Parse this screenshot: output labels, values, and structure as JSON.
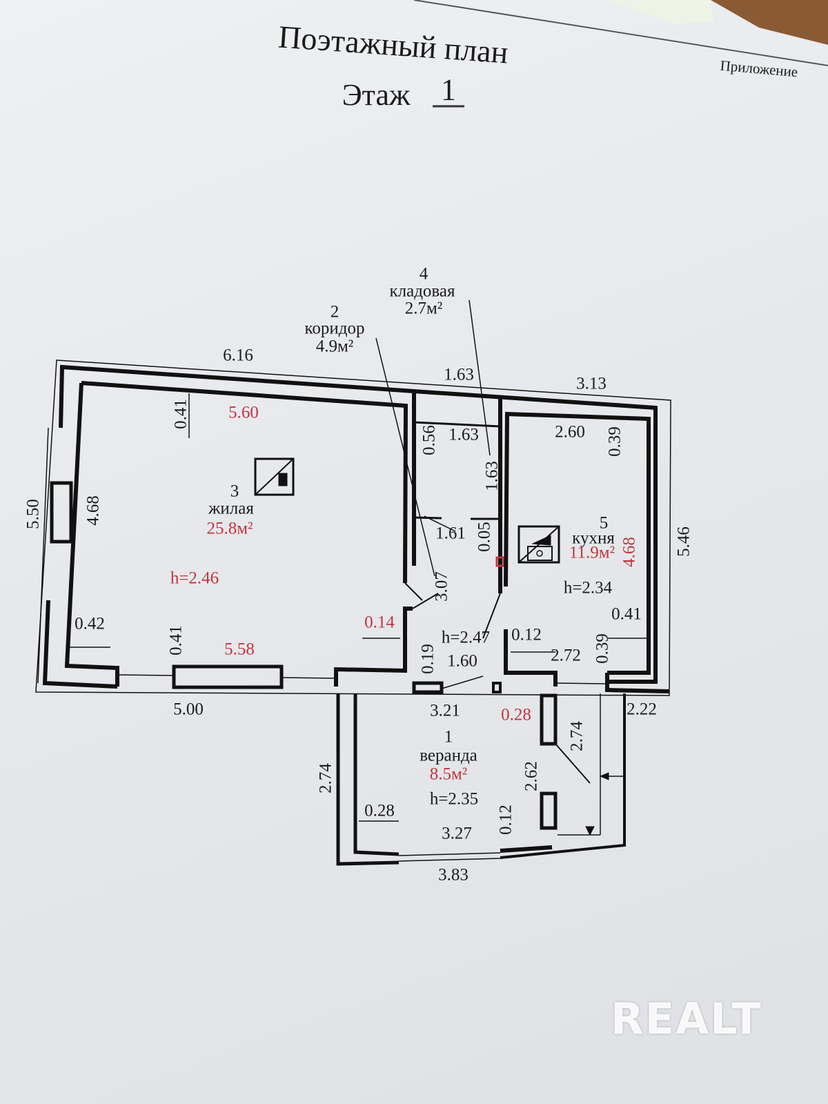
{
  "header": {
    "title": "Поэтажный план",
    "floor_label": "Этаж",
    "floor_number": "1",
    "appendix": "Приложение"
  },
  "rooms": {
    "r1": {
      "num": "1",
      "name": "веранда",
      "area": "8.5м²",
      "height": "h=2.35"
    },
    "r2": {
      "num": "2",
      "name": "коридор",
      "area": "4.9м²",
      "height": "h=2.47"
    },
    "r3": {
      "num": "3",
      "name": "жилая",
      "area": "25.8м²",
      "height": "h=2.46"
    },
    "r4": {
      "num": "4",
      "name": "кладовая",
      "area": "2.7м²"
    },
    "r5": {
      "num": "5",
      "name": "кухня",
      "area": "11.9м²",
      "height": "h=2.34"
    }
  },
  "dims": {
    "d616": "6.16",
    "d163a": "1.63",
    "d313": "3.13",
    "d560": "5.60",
    "d041a": "0.41",
    "d163b": "1.63",
    "d056": "0.56",
    "d260": "2.60",
    "d039a": "0.39",
    "d163c": "1.63",
    "d550": "5.50",
    "d468a": "4.68",
    "d161": "1.61",
    "d005": "0.05",
    "d468b": "4.68",
    "d546": "5.46",
    "d307": "3.07",
    "d041b": "0.41",
    "d042": "0.42",
    "d014": "0.14",
    "d041c": "0.41",
    "d558": "5.58",
    "d012a": "0.12",
    "d019": "0.19",
    "d160": "1.60",
    "d272": "2.72",
    "d039b": "0.39",
    "d500": "5.00",
    "d321": "3.21",
    "d028a": "0.28",
    "d222": "2.22",
    "d274a": "2.74",
    "d274b": "2.74",
    "d262": "2.62",
    "d028b": "0.28",
    "d012b": "0.12",
    "d327": "3.27",
    "d383": "3.83"
  },
  "watermark": "REALT",
  "colors": {
    "red_text": "#c2363f",
    "wall": "#111111"
  }
}
